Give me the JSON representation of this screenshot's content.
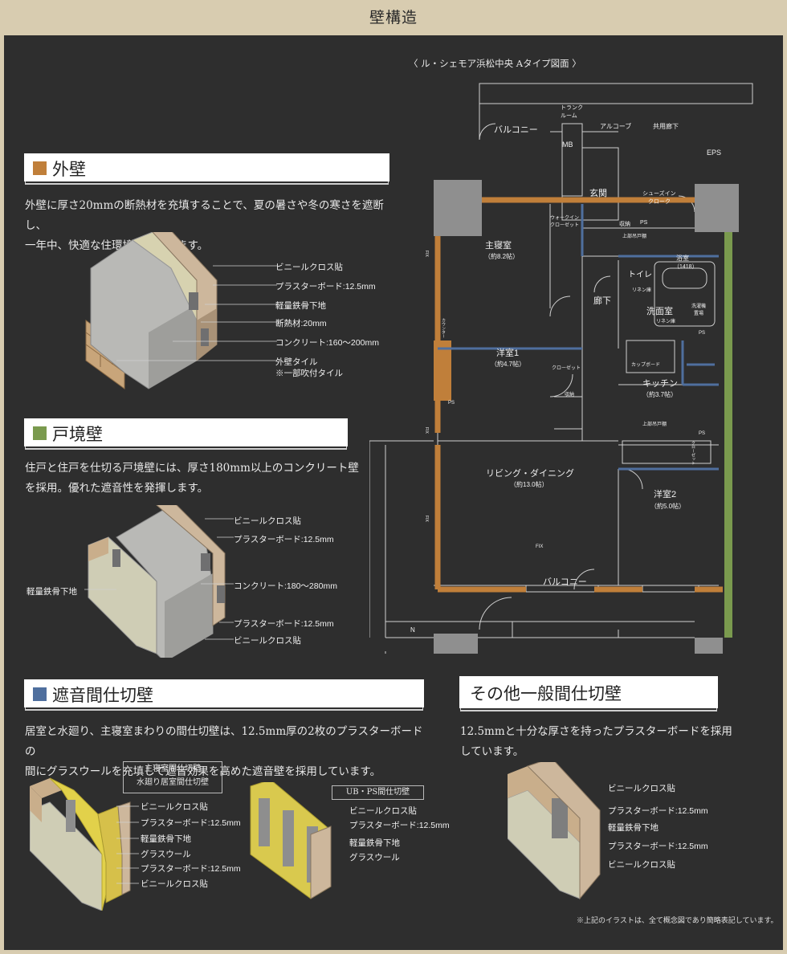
{
  "page_title": "壁構造",
  "plan_title": "〈 ル・シェモア浜松中央 Aタイプ図面 〉",
  "colors": {
    "exterior": "#c07f3a",
    "boundary": "#7a9a4e",
    "sound": "#4f6f9e",
    "general": "#ffffff",
    "background": "#2e2e2e"
  },
  "exterior": {
    "heading": "外壁",
    "text_lines": [
      "外壁に厚さ20mmの断熱材を充填することで、夏の暑さや冬の寒さを遮断し、",
      "一年中、快適な住環境を実現します。"
    ],
    "labels": [
      "ビニールクロス貼",
      "プラスターボード:12.5mm",
      "軽量鉄骨下地",
      "断熱材:20mm",
      "コンクリート:160〜200mm",
      "外壁タイル",
      "※一部吹付タイル"
    ]
  },
  "boundary": {
    "heading": "戸境壁",
    "text_lines": [
      "住戸と住戸を仕切る戸境壁には、厚さ180mm以上のコンクリート壁",
      "を採用。優れた遮音性を発揮します。"
    ],
    "labels": [
      "ビニールクロス貼",
      "プラスターボード:12.5mm",
      "コンクリート:180〜280mm",
      "プラスターボード:12.5mm",
      "ビニールクロス貼"
    ],
    "left_label": "軽量鉄骨下地"
  },
  "sound": {
    "heading": "遮音間仕切壁",
    "text_lines": [
      "居室と水廻り、主寝室まわりの間仕切壁は、12.5mm厚の2枚のプラスターボードの",
      "間にグラスウールを充填して遮音効果を高めた遮音壁を採用しています。"
    ],
    "tag1_lines": [
      "主寝室間仕切壁",
      "水廻り居室間仕切壁"
    ],
    "labels1": [
      "ビニールクロス貼",
      "プラスターボード:12.5mm",
      "軽量鉄骨下地",
      "グラスウール",
      "プラスターボード:12.5mm",
      "ビニールクロス貼"
    ],
    "tag2": "UB・PS間仕切壁",
    "labels2": [
      "ビニールクロス貼",
      "プラスターボード:12.5mm",
      "軽量鉄骨下地",
      "グラスウール"
    ]
  },
  "general": {
    "heading": "その他一般間仕切壁",
    "text_lines": [
      "12.5mmと十分な厚さを持ったプラスターボードを採用",
      "しています。"
    ],
    "labels": [
      "ビニールクロス貼",
      "プラスターボード:12.5mm",
      "軽量鉄骨下地",
      "プラスターボード:12.5mm",
      "ビニールクロス貼"
    ]
  },
  "footnote": "※上記のイラストは、全て概念図であり簡略表記しています。",
  "plan": {
    "rooms": {
      "balcony_top": "バルコニー",
      "trunk": "トランク\nルーム",
      "mb": "MB",
      "alcove": "アルコーブ",
      "corridor_shared": "共用廊下",
      "eps": "EPS",
      "entrance": "玄関",
      "shoes": "シューズイン\nクローク",
      "master": "主寝室",
      "master_size": "（約8.2帖）",
      "walkin": "ウォークイン\nクローゼット",
      "storage": "収納",
      "ps": "PS",
      "upper_shelf": "上部吊戸棚",
      "bath": "浴室",
      "bath_size": "（1418）",
      "toilet": "トイレ",
      "linen": "リネン庫",
      "hall": "廊下",
      "washroom": "洗面室",
      "washer": "洗濯機\n置場",
      "linen2": "リネン庫",
      "counter": "カウンター",
      "west1": "洋室1",
      "west1_size": "（約4.7帖）",
      "closet": "クローゼット",
      "cupboard": "カップボード",
      "kitchen": "キッチン",
      "kitchen_size": "（約3.7帖）",
      "upper_shelf2": "上部吊戸棚",
      "living": "リビング・ダイニング",
      "living_size": "（約13.0帖）",
      "west2": "洋室2",
      "west2_size": "（約5.0帖）",
      "closet2": "クローゼット",
      "balcony_bottom": "バルコニー",
      "fix": "FIX",
      "compass": "N"
    }
  }
}
